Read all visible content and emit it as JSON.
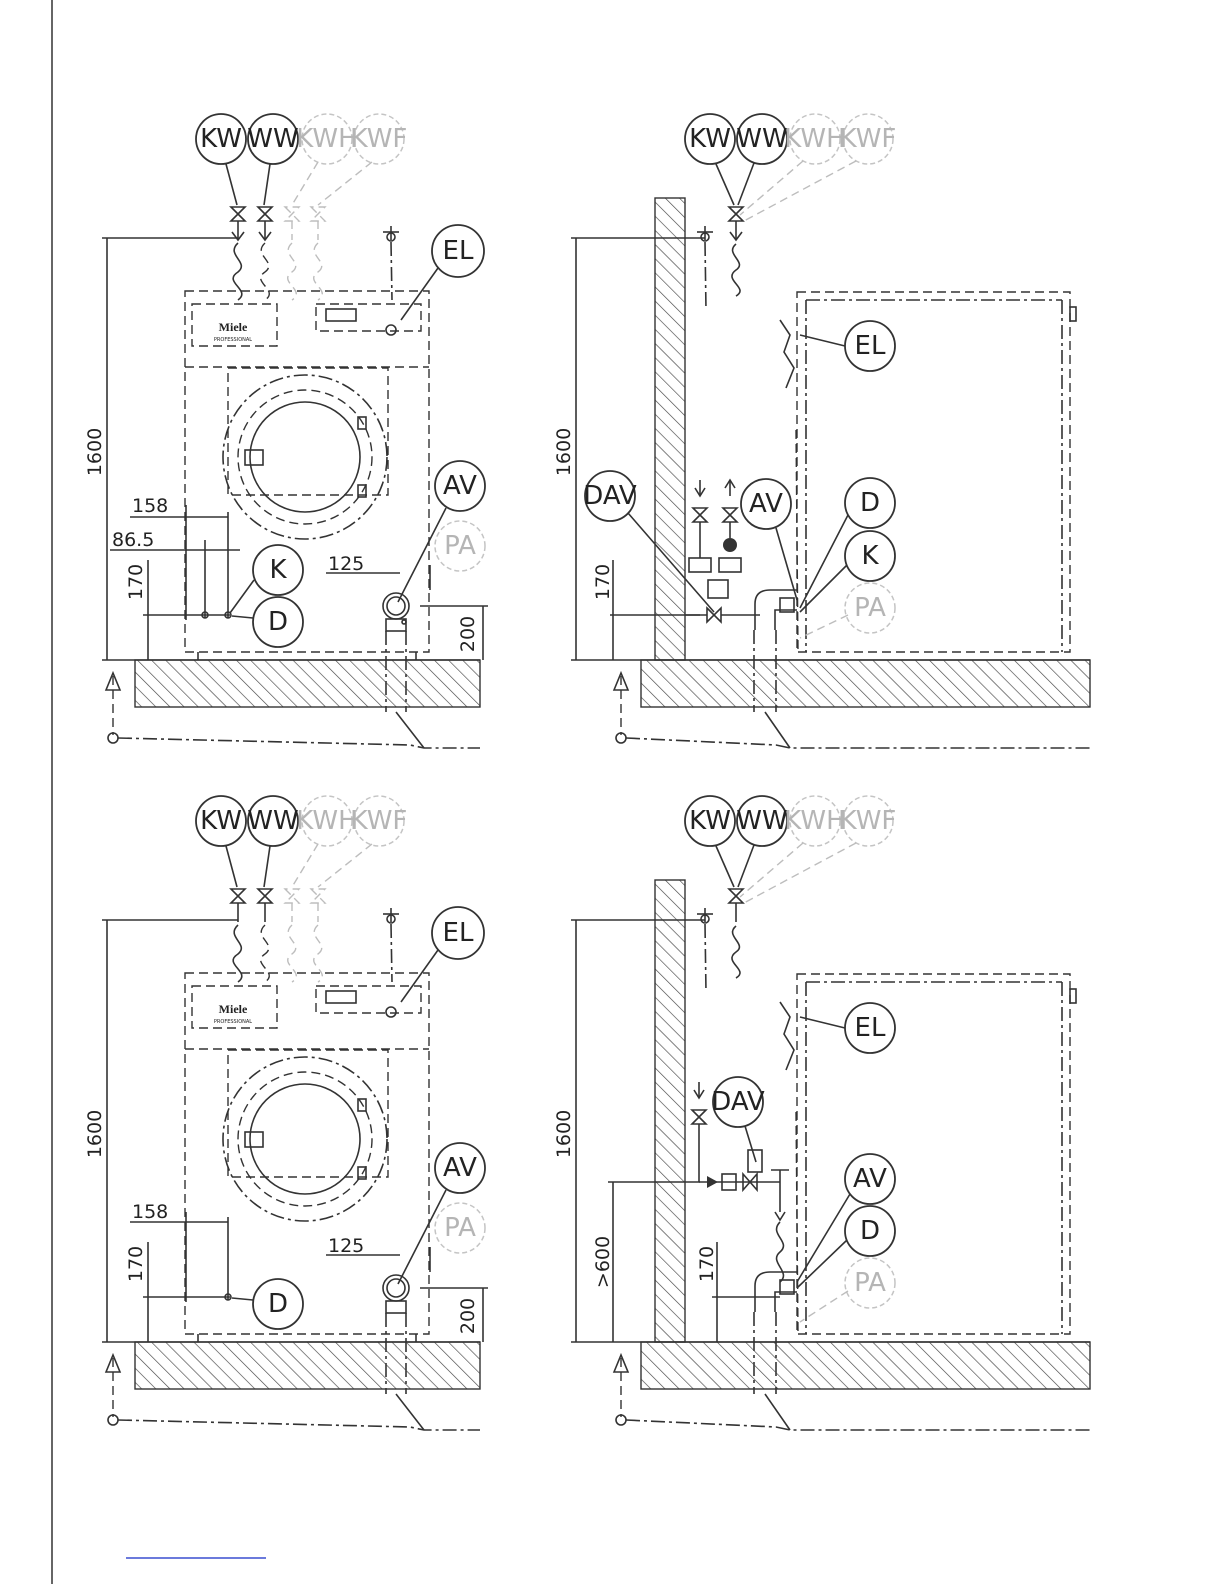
{
  "labels": {
    "kw": "KW",
    "ww": "WW",
    "kwh": "KWH",
    "kwf": "KWF",
    "el": "EL",
    "av": "AV",
    "pa": "PA",
    "k": "K",
    "d": "D",
    "dav": "DAV"
  },
  "brand": {
    "name": "Miele",
    "sub": "PROFESSIONAL"
  },
  "dimensions": {
    "height_total": "1600",
    "offset_158": "158",
    "offset_86_5": "86.5",
    "height_170": "170",
    "offset_125": "125",
    "height_200": "200",
    "height_600": ">600"
  },
  "colors": {
    "line": "#333333",
    "faint": "#bdbdbd",
    "hatch": "#444444",
    "accent_link": "#3a4fd0"
  }
}
